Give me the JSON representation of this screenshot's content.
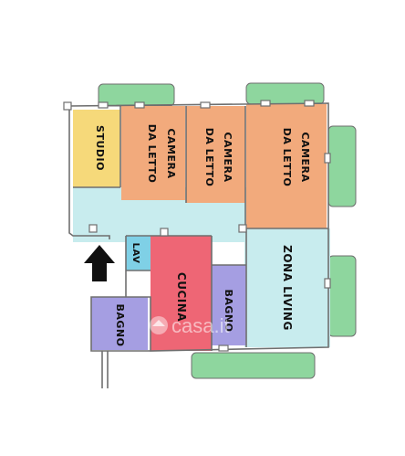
{
  "rooms": {
    "studio": {
      "label": "STUDIO",
      "color": "#f6d97a"
    },
    "camera1": {
      "label_line1": "CAMERA",
      "label_line2": "DA LETTO",
      "color": "#f2aa7c"
    },
    "camera2": {
      "label_line1": "CAMERA",
      "label_line2": "DA LETTO",
      "color": "#f2aa7c"
    },
    "camera3": {
      "label_line1": "CAMERA",
      "label_line2": "DA LETTO",
      "color": "#f2aa7c"
    },
    "corridor": {
      "color": "#c8ecee"
    },
    "lav": {
      "label": "LAV",
      "color": "#7fd0e6"
    },
    "cucina": {
      "label": "CUCINA",
      "color": "#ee6675"
    },
    "bagno_center": {
      "label": "BAGNO",
      "color": "#a59ee2"
    },
    "bagno_left": {
      "label": "BAGNO",
      "color": "#a59ee2"
    },
    "zona_living": {
      "label": "ZONA LIVING",
      "color": "#c8ecee"
    }
  },
  "balcony_color": "#8ed69e",
  "entrance_arrow": "up-arrow",
  "watermark": {
    "text": "casa.it"
  }
}
